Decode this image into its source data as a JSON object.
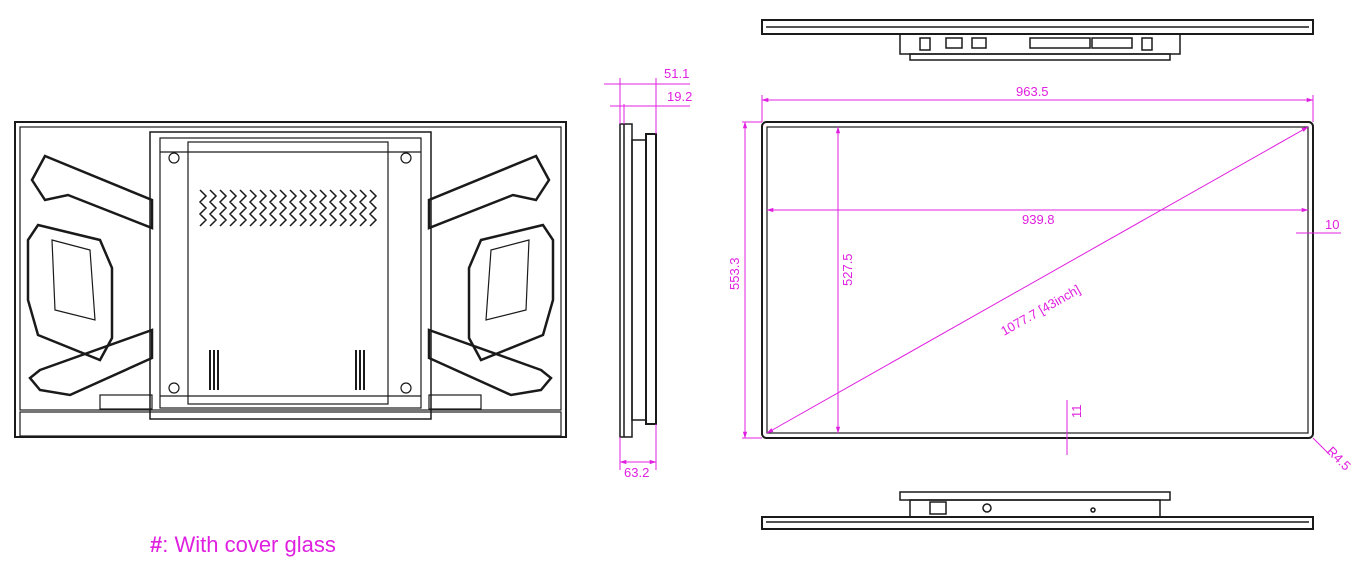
{
  "colors": {
    "line": "#1a1a1a",
    "dimension": "#e020e0"
  },
  "dimensions": {
    "overall_width": "963.5",
    "active_width": "939.8",
    "overall_height": "553.3",
    "active_height": "527.5",
    "diagonal": "1077.7 [43inch]",
    "right_bezel": "10",
    "bottom_bezel": "11",
    "corner_radius": "R4.5",
    "depth_total": "51.1",
    "depth_panel": "19.2",
    "depth_bottom": "63.2"
  },
  "note": {
    "marker": "#",
    "text": ": With cover glass"
  }
}
